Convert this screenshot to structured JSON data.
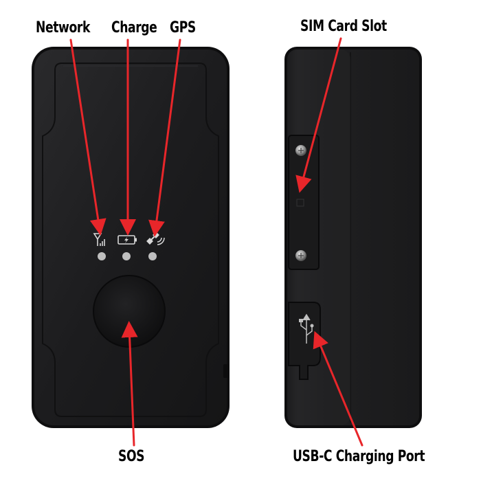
{
  "labels": {
    "network": "Network",
    "charge": "Charge",
    "gps": "GPS",
    "sim_card_slot": "SIM Card Slot",
    "sos": "SOS",
    "usb_c_port": "USB-C Charging Port"
  },
  "colors": {
    "background": "#ffffff",
    "device_body": "#1d1d1f",
    "device_edge": "#0e0e0f",
    "arrow": "#e8262a",
    "label_text": "#000000",
    "led": "#bfbfbf"
  },
  "icons": [
    "signal-icon",
    "battery-icon",
    "gps-satellite-icon",
    "usb-icon"
  ]
}
